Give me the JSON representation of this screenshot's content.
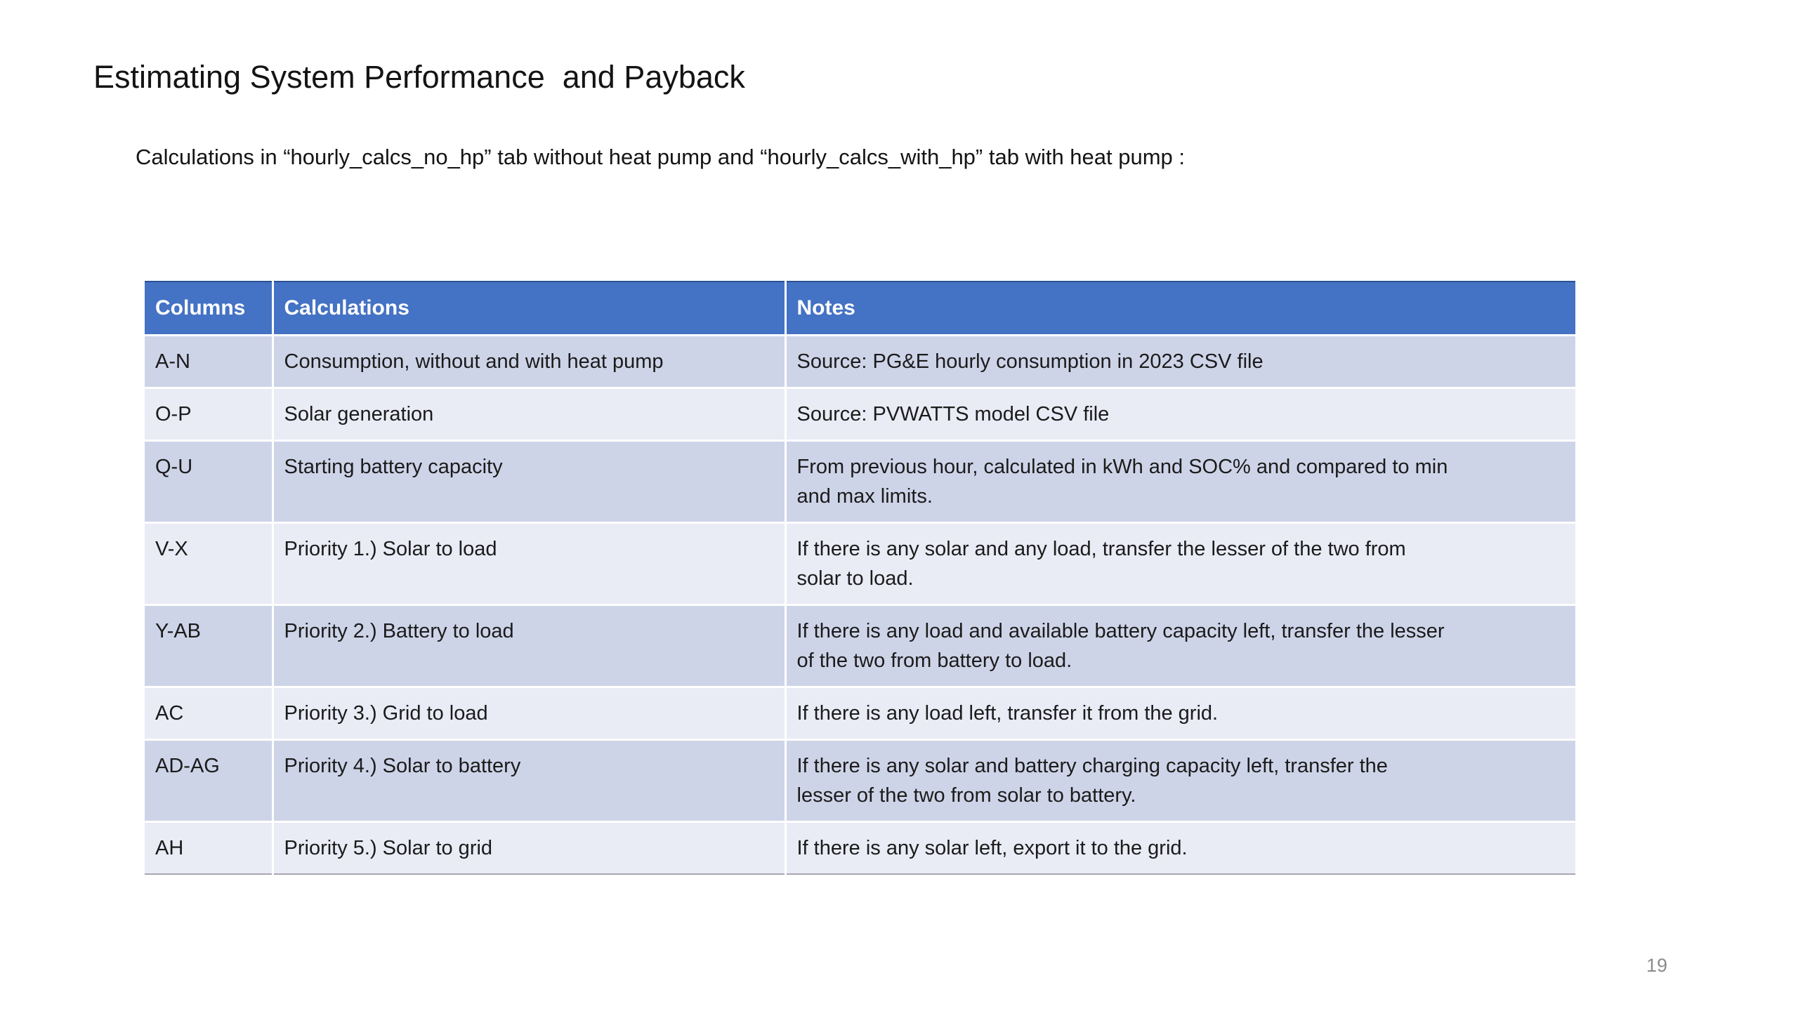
{
  "slide": {
    "title": "Estimating System Performance  and Payback",
    "subtitle": "Calculations in “hourly_calcs_no_hp” tab without heat pump and “hourly_calcs_with_hp” tab with heat pump :",
    "page_number": "19"
  },
  "table": {
    "headers": [
      "Columns",
      "Calculations",
      "Notes"
    ],
    "rows": [
      {
        "columns": "A-N",
        "calculation": "Consumption, without and with heat pump",
        "notes": "Source: PG&E hourly consumption in 2023 CSV file"
      },
      {
        "columns": "O-P",
        "calculation": "Solar generation",
        "notes": "Source: PVWATTS model CSV file"
      },
      {
        "columns": "Q-U",
        "calculation": "Starting battery capacity",
        "notes": "From previous hour, calculated in kWh and SOC% and compared to min\nand max limits."
      },
      {
        "columns": "V-X",
        "calculation": "Priority 1.) Solar to load",
        "notes": "If there is any solar and any load, transfer the lesser of the two from\nsolar to load."
      },
      {
        "columns": "Y-AB",
        "calculation": "Priority 2.) Battery to load",
        "notes": "If there is any load and available battery capacity left, transfer the lesser\nof the two from battery to load."
      },
      {
        "columns": "AC",
        "calculation": "Priority 3.) Grid to load",
        "notes": "If there is any load left, transfer it from the grid."
      },
      {
        "columns": "AD-AG",
        "calculation": "Priority 4.) Solar to battery",
        "notes": "If there is any solar and battery charging capacity left, transfer the\nlesser of the two from solar to battery."
      },
      {
        "columns": "AH",
        "calculation": "Priority 5.) Solar to grid",
        "notes": "If there is any solar left, export it to the grid."
      }
    ]
  },
  "colors": {
    "header_bg": "#4472C4",
    "header_top": "#2A5193",
    "row_dark": "#CED4E8",
    "row_light": "#E9EBF5",
    "body_text": "#1B1B1B",
    "page_num": "#8C8C8C"
  }
}
